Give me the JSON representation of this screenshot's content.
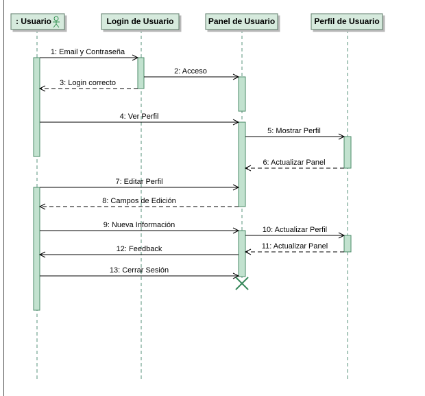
{
  "diagram": {
    "type": "sequence",
    "lifelines": [
      {
        "id": "usuario",
        "label": ": Usuario",
        "actor": true,
        "icon": "actor-icon"
      },
      {
        "id": "login",
        "label": "Login de Usuario"
      },
      {
        "id": "panel",
        "label": "Panel de Usuario"
      },
      {
        "id": "perfil",
        "label": "Perfil de Usuario"
      }
    ],
    "messages": [
      {
        "label": "1: Email y Contraseña",
        "from": "usuario",
        "to": "login",
        "kind": "call"
      },
      {
        "label": "2: Acceso",
        "from": "login",
        "to": "panel",
        "kind": "call"
      },
      {
        "label": "3: Login correcto",
        "from": "login",
        "to": "usuario",
        "kind": "return"
      },
      {
        "label": "4: Ver Perfil",
        "from": "usuario",
        "to": "panel",
        "kind": "call"
      },
      {
        "label": "5: Mostrar Perfil",
        "from": "panel",
        "to": "perfil",
        "kind": "call"
      },
      {
        "label": "6: Actualizar Panel",
        "from": "perfil",
        "to": "panel",
        "kind": "return"
      },
      {
        "label": "7: Editar Perfil",
        "from": "usuario",
        "to": "panel",
        "kind": "call"
      },
      {
        "label": "8: Campos de Edición",
        "from": "panel",
        "to": "usuario",
        "kind": "return"
      },
      {
        "label": "9: Nueva Información",
        "from": "usuario",
        "to": "panel",
        "kind": "call"
      },
      {
        "label": "10: Actualizar Perfil",
        "from": "panel",
        "to": "perfil",
        "kind": "call"
      },
      {
        "label": "11: Actualizar Panel",
        "from": "perfil",
        "to": "panel",
        "kind": "return"
      },
      {
        "label": "12: Feedback",
        "from": "panel",
        "to": "usuario",
        "kind": "call"
      },
      {
        "label": "13: Cerrar Sesión",
        "from": "usuario",
        "to": "panel",
        "kind": "call"
      }
    ],
    "terminated_lifeline": "panel",
    "colors": {
      "header_fill": "#d6eadd",
      "header_border": "#5c7a68",
      "activation_fill": "#c2e2cf",
      "activation_border": "#4a8a67",
      "lifeline": "#56907a",
      "arrow": "#000000",
      "destroy_mark": "#3a8a5e",
      "actor_icon": "#2f8f4f"
    }
  }
}
